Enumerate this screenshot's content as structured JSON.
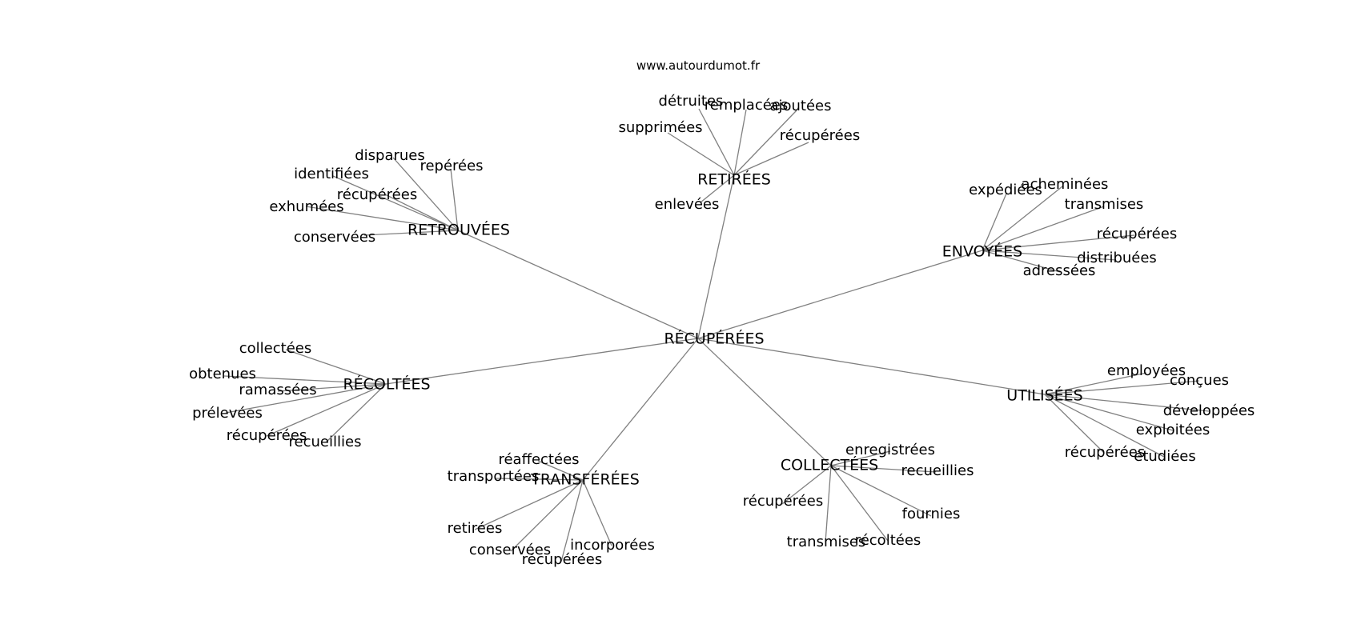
{
  "site": "www.autourdumot.fr",
  "root": "RÉCUPÉRÉES",
  "hubs": [
    {
      "label": "RETIRÉES",
      "leaves": [
        "détruites",
        "remplacées",
        "ajoutées",
        "supprimées",
        "récupérées",
        "enlevées"
      ]
    },
    {
      "label": "RETROUVÉES",
      "leaves": [
        "disparues",
        "repérées",
        "identifiées",
        "récupérées",
        "exhumées",
        "conservées"
      ]
    },
    {
      "label": "ENVOYÉES",
      "leaves": [
        "expédiées",
        "acheminées",
        "transmises",
        "récupérées",
        "distribuées",
        "adressées"
      ]
    },
    {
      "label": "RÉCOLTÉES",
      "leaves": [
        "collectées",
        "obtenues",
        "ramassées",
        "prélevées",
        "récupérées",
        "recueillies"
      ]
    },
    {
      "label": "UTILISÉES",
      "leaves": [
        "employées",
        "conçues",
        "développées",
        "exploitées",
        "récupérées",
        "étudiées"
      ]
    },
    {
      "label": "TRANSFÉRÉES",
      "leaves": [
        "réaffectées",
        "transportées",
        "retirées",
        "conservées",
        "incorporées",
        "récupérées"
      ]
    },
    {
      "label": "COLLECTÉES",
      "leaves": [
        "enregistrées",
        "recueillies",
        "récupérées",
        "fournies",
        "transmises",
        "récoltées"
      ]
    }
  ]
}
